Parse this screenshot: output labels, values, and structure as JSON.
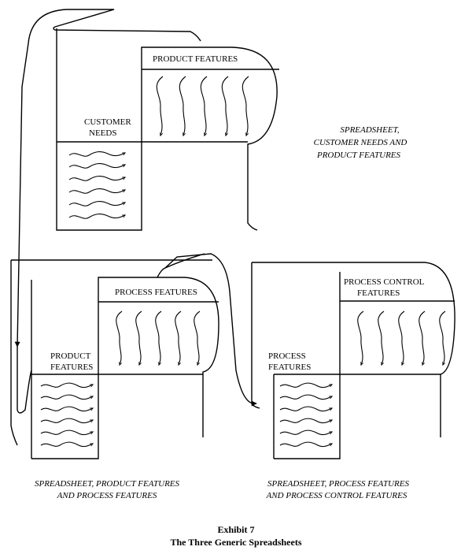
{
  "spreadsheet1": {
    "top_label": "PRODUCT FEATURES",
    "left_label": [
      "CUSTOMER",
      "NEEDS"
    ],
    "caption": [
      "SPREADSHEET,",
      "CUSTOMER NEEDS AND",
      "PRODUCT FEATURES"
    ]
  },
  "spreadsheet2": {
    "top_label": "PROCESS FEATURES",
    "left_label": [
      "PRODUCT",
      "FEATURES"
    ],
    "caption": [
      "SPREADSHEET, PRODUCT FEATURES",
      "AND PROCESS FEATURES"
    ]
  },
  "spreadsheet3": {
    "top_label": [
      "PROCESS CONTROL",
      "FEATURES"
    ],
    "left_label": [
      "PROCESS",
      "FEATURES"
    ],
    "caption": [
      "SPREADSHEET, PROCESS FEATURES",
      "AND PROCESS CONTROL FEATURES"
    ]
  },
  "exhibit": {
    "number": "Exhibit 7",
    "title": "The Three Generic Spreadsheets"
  }
}
